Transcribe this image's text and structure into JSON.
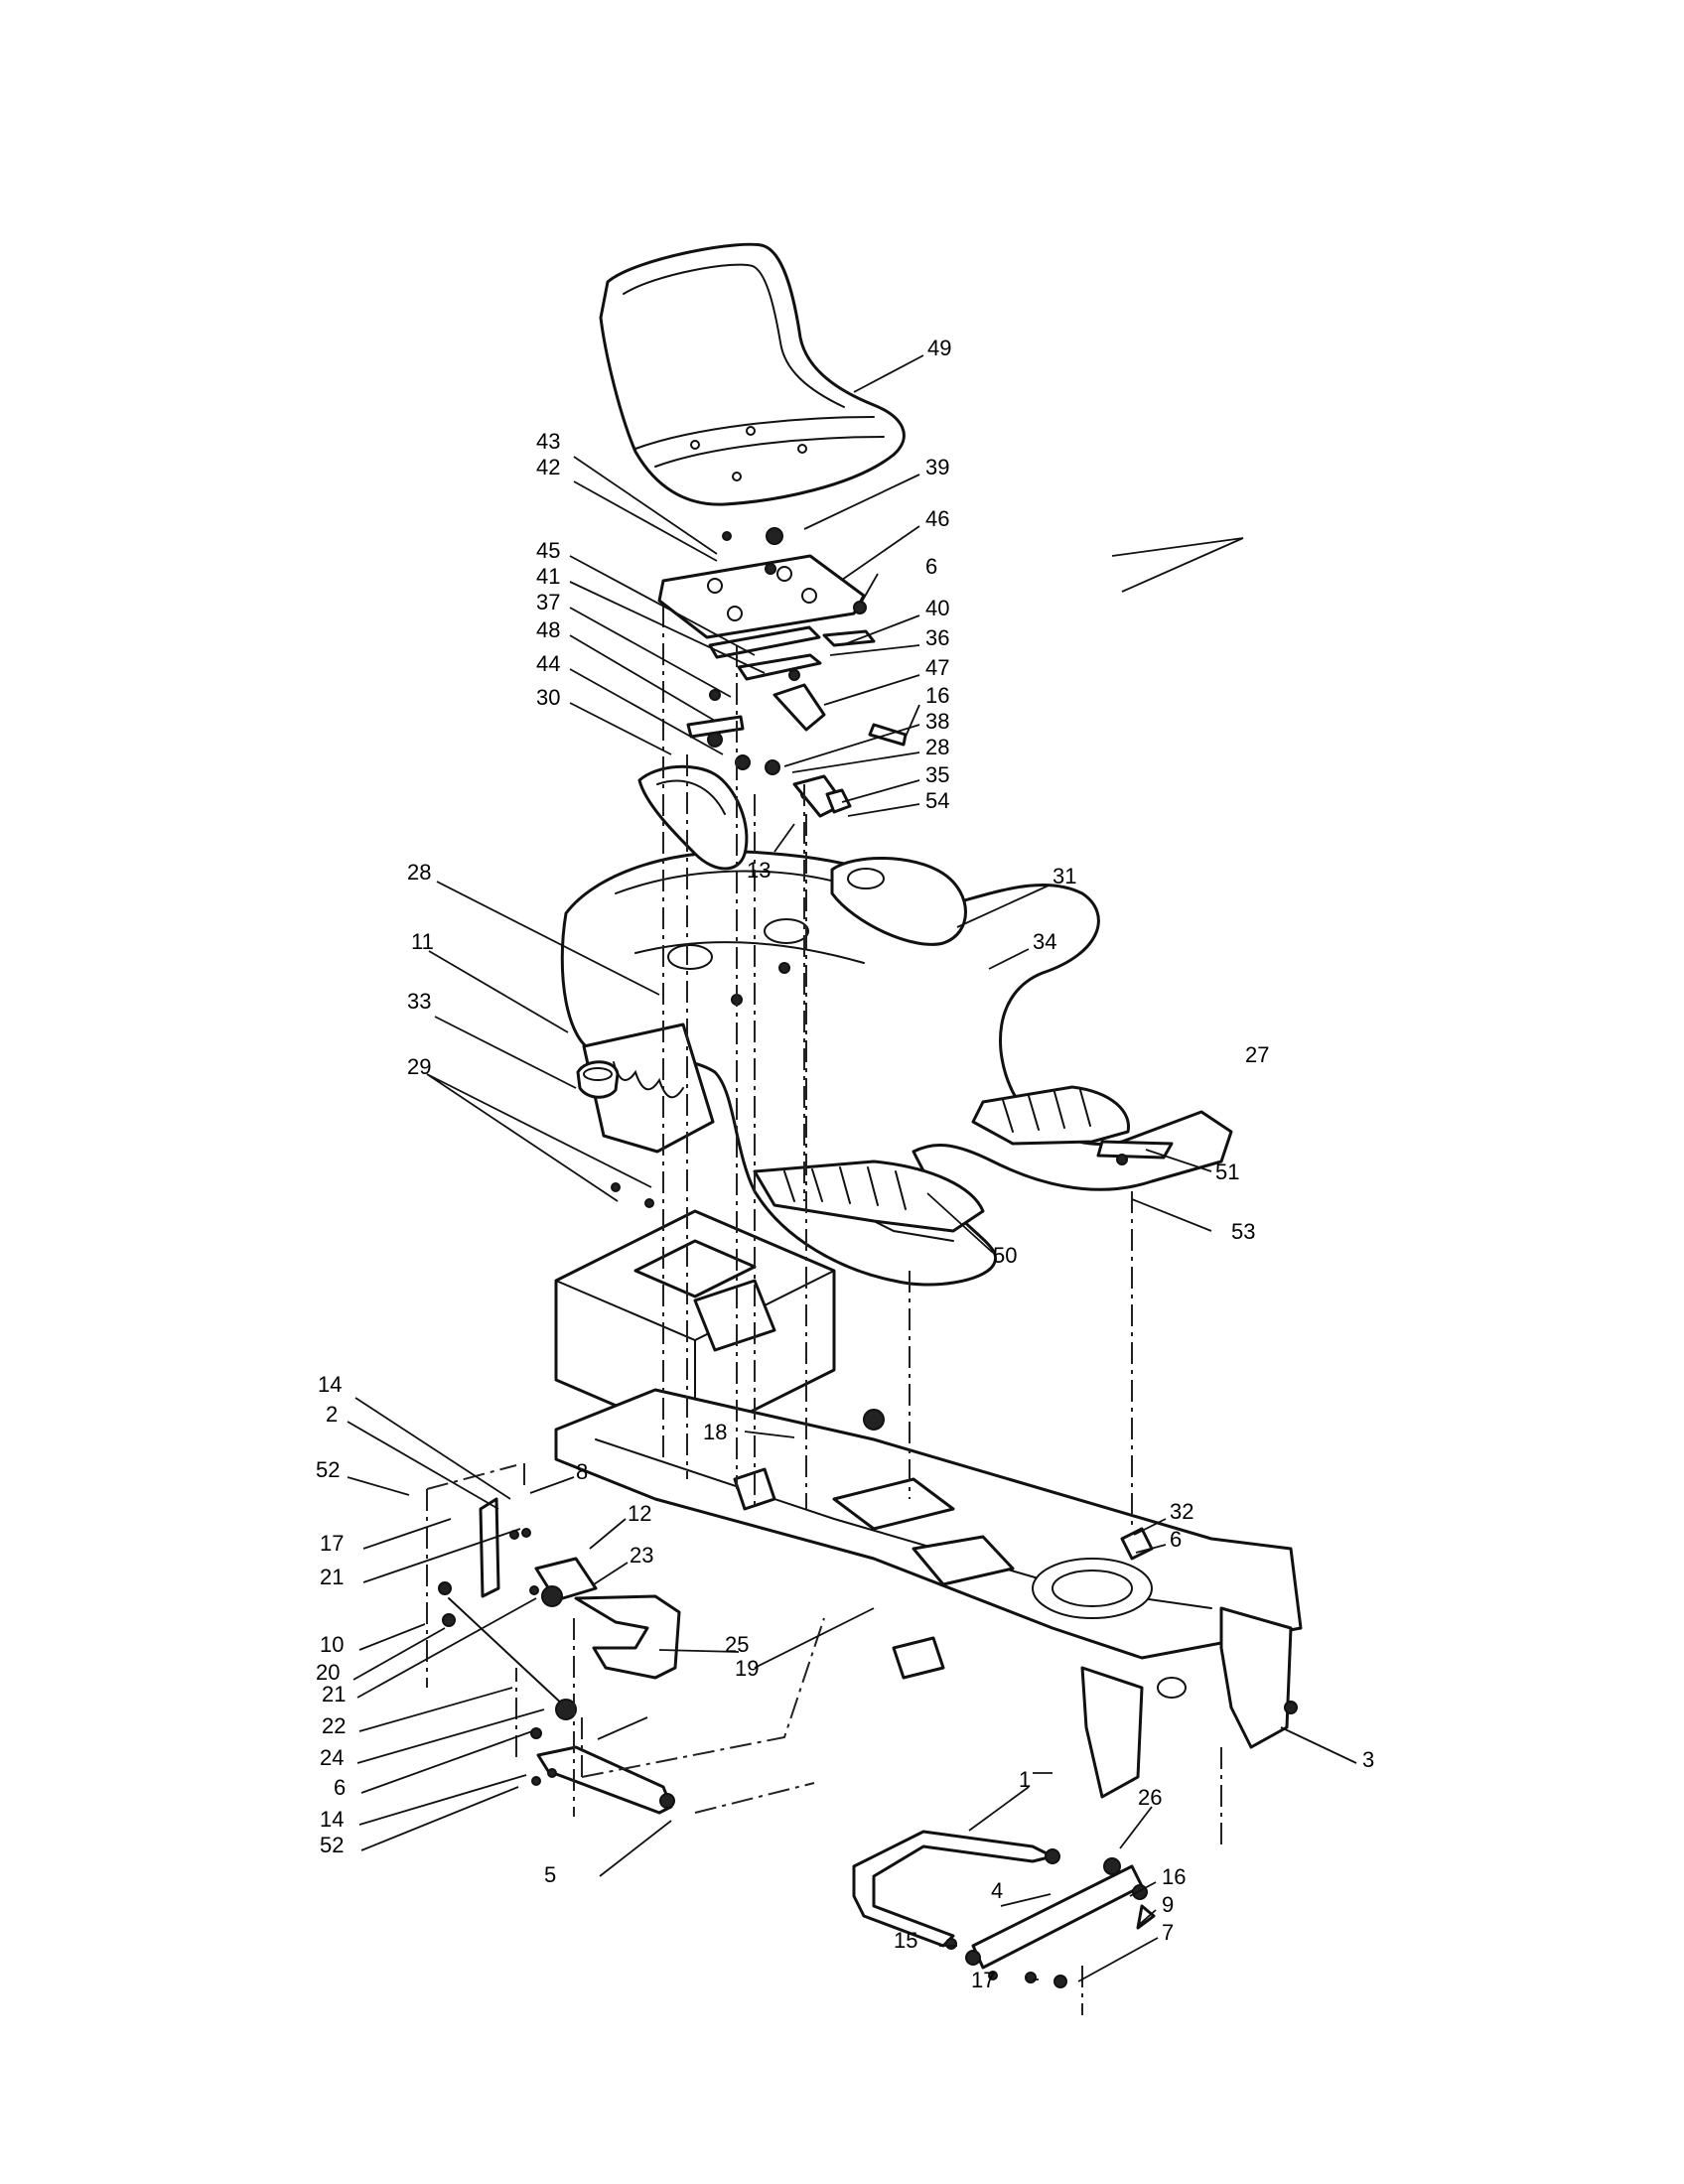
{
  "callouts": [
    {
      "id": "c49",
      "label": "49"
    },
    {
      "id": "c43",
      "label": "43"
    },
    {
      "id": "c42",
      "label": "42"
    },
    {
      "id": "c39",
      "label": "39"
    },
    {
      "id": "c46",
      "label": "46"
    },
    {
      "id": "c6a",
      "label": "6"
    },
    {
      "id": "c45",
      "label": "45"
    },
    {
      "id": "c40",
      "label": "40"
    },
    {
      "id": "c41",
      "label": "41"
    },
    {
      "id": "c36",
      "label": "36"
    },
    {
      "id": "c37",
      "label": "37"
    },
    {
      "id": "c47",
      "label": "47"
    },
    {
      "id": "c48",
      "label": "48"
    },
    {
      "id": "c16a",
      "label": "16"
    },
    {
      "id": "c44",
      "label": "44"
    },
    {
      "id": "c38",
      "label": "38"
    },
    {
      "id": "c30",
      "label": "30"
    },
    {
      "id": "c28a",
      "label": "28"
    },
    {
      "id": "c35",
      "label": "35"
    },
    {
      "id": "c54",
      "label": "54"
    },
    {
      "id": "c13",
      "label": "13"
    },
    {
      "id": "c28b",
      "label": "28"
    },
    {
      "id": "c31",
      "label": "31"
    },
    {
      "id": "c11",
      "label": "11"
    },
    {
      "id": "c34",
      "label": "34"
    },
    {
      "id": "c33",
      "label": "33"
    },
    {
      "id": "c27",
      "label": "27"
    },
    {
      "id": "c29",
      "label": "29"
    },
    {
      "id": "c51",
      "label": "51"
    },
    {
      "id": "c53",
      "label": "53"
    },
    {
      "id": "c50",
      "label": "50"
    },
    {
      "id": "c18",
      "label": "18"
    },
    {
      "id": "c14a",
      "label": "14"
    },
    {
      "id": "c2",
      "label": "2"
    },
    {
      "id": "c52a",
      "label": "52"
    },
    {
      "id": "c8",
      "label": "8"
    },
    {
      "id": "c32",
      "label": "32"
    },
    {
      "id": "c6b",
      "label": "6"
    },
    {
      "id": "c12",
      "label": "12"
    },
    {
      "id": "c17a",
      "label": "17"
    },
    {
      "id": "c23",
      "label": "23"
    },
    {
      "id": "c21a",
      "label": "21"
    },
    {
      "id": "c10",
      "label": "10"
    },
    {
      "id": "c20",
      "label": "20"
    },
    {
      "id": "c21b",
      "label": "21"
    },
    {
      "id": "c22",
      "label": "22"
    },
    {
      "id": "c25",
      "label": "25"
    },
    {
      "id": "c19",
      "label": "19"
    },
    {
      "id": "c24",
      "label": "24"
    },
    {
      "id": "c6c",
      "label": "6"
    },
    {
      "id": "c3",
      "label": "3"
    },
    {
      "id": "c14b",
      "label": "14"
    },
    {
      "id": "c52b",
      "label": "52"
    },
    {
      "id": "c1",
      "label": "1"
    },
    {
      "id": "c26",
      "label": "26"
    },
    {
      "id": "c5",
      "label": "5"
    },
    {
      "id": "c16b",
      "label": "16"
    },
    {
      "id": "c4",
      "label": "4"
    },
    {
      "id": "c9",
      "label": "9"
    },
    {
      "id": "c7",
      "label": "7"
    },
    {
      "id": "c15",
      "label": "15"
    },
    {
      "id": "c17b",
      "label": "17"
    }
  ]
}
